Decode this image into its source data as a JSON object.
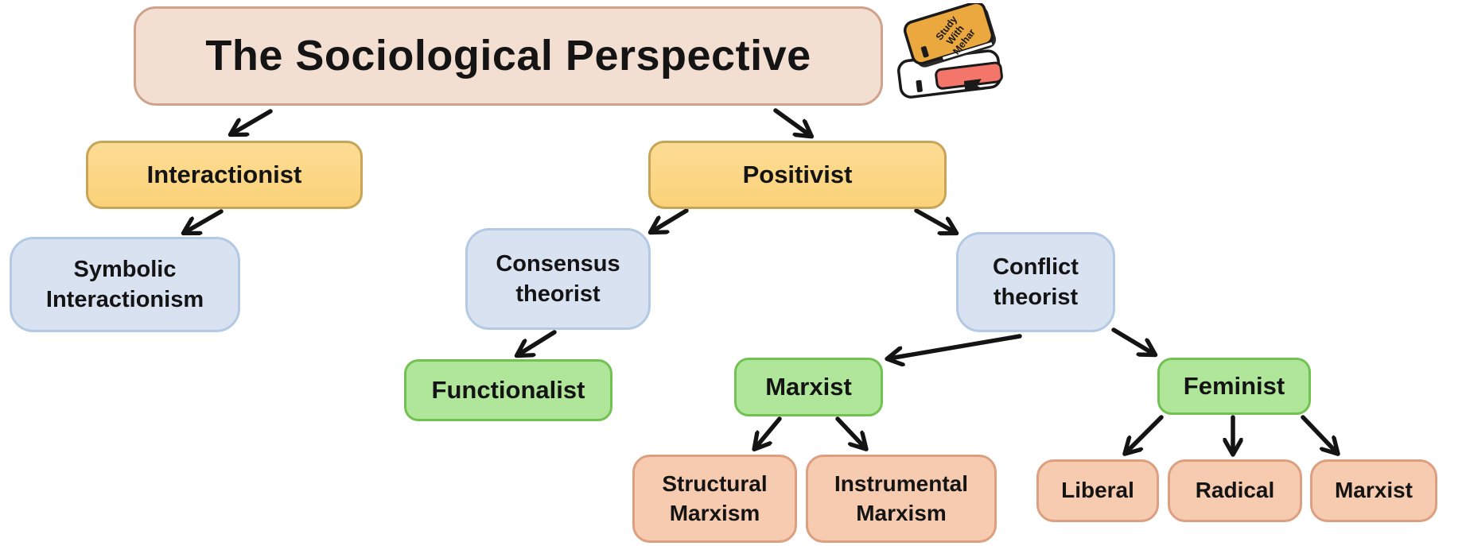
{
  "title": {
    "label": "The Sociological Perspective"
  },
  "logo": {
    "name": "study-with-mehar-books",
    "line1": "Study",
    "line2": "With",
    "line3": "Mehar"
  },
  "nodes": [
    {
      "id": "interactionist",
      "label": "Interactionist",
      "color_role": "yellow"
    },
    {
      "id": "positivist",
      "label": "Positivist",
      "color_role": "yellow"
    },
    {
      "id": "symbolic-interactionism",
      "label": "Symbolic Interactionism",
      "color_role": "blue"
    },
    {
      "id": "consensus-theorist",
      "label": "Consensus theorist",
      "color_role": "blue"
    },
    {
      "id": "conflict-theorist",
      "label": "Conflict theorist",
      "color_role": "blue"
    },
    {
      "id": "functionalist",
      "label": "Functionalist",
      "color_role": "green"
    },
    {
      "id": "marxist",
      "label": "Marxist",
      "color_role": "green"
    },
    {
      "id": "feminist",
      "label": "Feminist",
      "color_role": "green"
    },
    {
      "id": "structural-marxism",
      "label": "Structural Marxism",
      "color_role": "peach"
    },
    {
      "id": "instrumental-marxism",
      "label": "Instrumental Marxism",
      "color_role": "peach"
    },
    {
      "id": "liberal",
      "label": "Liberal",
      "color_role": "peach"
    },
    {
      "id": "radical",
      "label": "Radical",
      "color_role": "peach"
    },
    {
      "id": "marxist-feminism",
      "label": "Marxist",
      "color_role": "peach"
    }
  ],
  "edges": [
    [
      "title",
      "interactionist"
    ],
    [
      "title",
      "positivist"
    ],
    [
      "interactionist",
      "symbolic-interactionism"
    ],
    [
      "positivist",
      "consensus-theorist"
    ],
    [
      "positivist",
      "conflict-theorist"
    ],
    [
      "consensus-theorist",
      "functionalist"
    ],
    [
      "conflict-theorist",
      "marxist"
    ],
    [
      "conflict-theorist",
      "feminist"
    ],
    [
      "marxist",
      "structural-marxism"
    ],
    [
      "marxist",
      "instrumental-marxism"
    ],
    [
      "feminist",
      "liberal"
    ],
    [
      "feminist",
      "radical"
    ],
    [
      "feminist",
      "marxist-feminism"
    ]
  ],
  "colors": {
    "title_fill": "#F3DED2",
    "title_border": "#CFA28B",
    "yellow_fill": "#FBD279",
    "yellow_fill_light": "#FCDC94",
    "yellow_border": "#C7A458",
    "blue_fill": "#D9E2F1",
    "blue_border": "#B4C9E4",
    "green_fill": "#B0E69A",
    "green_border": "#72C253",
    "peach_fill": "#F7CBB0",
    "peach_border": "#DC9F80",
    "arrow": "#141414",
    "book_orange": "#EBA83E",
    "book_red": "#F4766B",
    "background": "#FFFFFF"
  }
}
